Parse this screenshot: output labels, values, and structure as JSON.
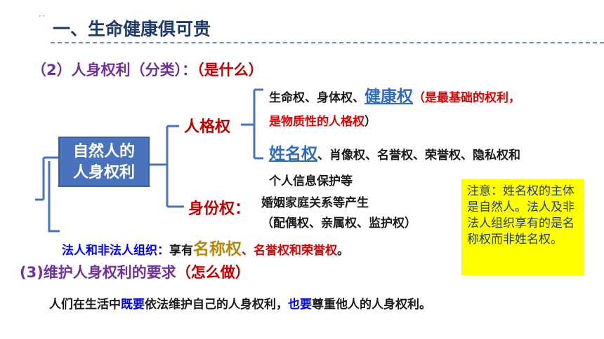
{
  "title": "一、生命健康俱可贵",
  "subheading_1": {
    "text": "（2）人身权利（分类）：",
    "highlight": "（是什么）"
  },
  "root_node": {
    "line1": "自然人的",
    "line2": "人身权利"
  },
  "personality": {
    "label": "人格权",
    "row_life": {
      "prefix": "生命权、身体权、",
      "health": "健康权",
      "note": "（是最基础的权利，"
    },
    "row_material": {
      "text": "是物质性的人格权",
      "close": "）"
    },
    "row_name": {
      "name": "姓名权",
      "rest": "、肖像权、名誉权、荣誉权、隐私权和"
    },
    "row_info": "个人信息保护等"
  },
  "identity": {
    "label": "身份权：",
    "line1": "婚姻家庭关系等产生",
    "line2": "（配偶权、亲属权、监护权）"
  },
  "legal_person": {
    "prefix": "法人和非法人组织：",
    "have": "享有",
    "name_right": "名称权",
    "rest": "、名誉权和荣誉权",
    "end": "。"
  },
  "note": {
    "text": "注意：姓名权的主体是自然人。法人及非法人组织享有的是名称权而非姓名权。"
  },
  "subheading_2": {
    "text": "(3)维护人身权利的要求",
    "highlight": "（怎么做）"
  },
  "conclusion": {
    "p1": "人们在生活中",
    "k1": "既要",
    "p2": "依法维护自己的人身权利，",
    "k2": "也要",
    "p3": "尊重他人的人身权利。"
  },
  "colors": {
    "title": "#1f3a6b",
    "purple": "#7030a0",
    "red": "#c00000",
    "blue": "#0000ff",
    "root_box": "#4a73be",
    "note_bg": "#ffff00",
    "bracket": "#4a73be"
  }
}
